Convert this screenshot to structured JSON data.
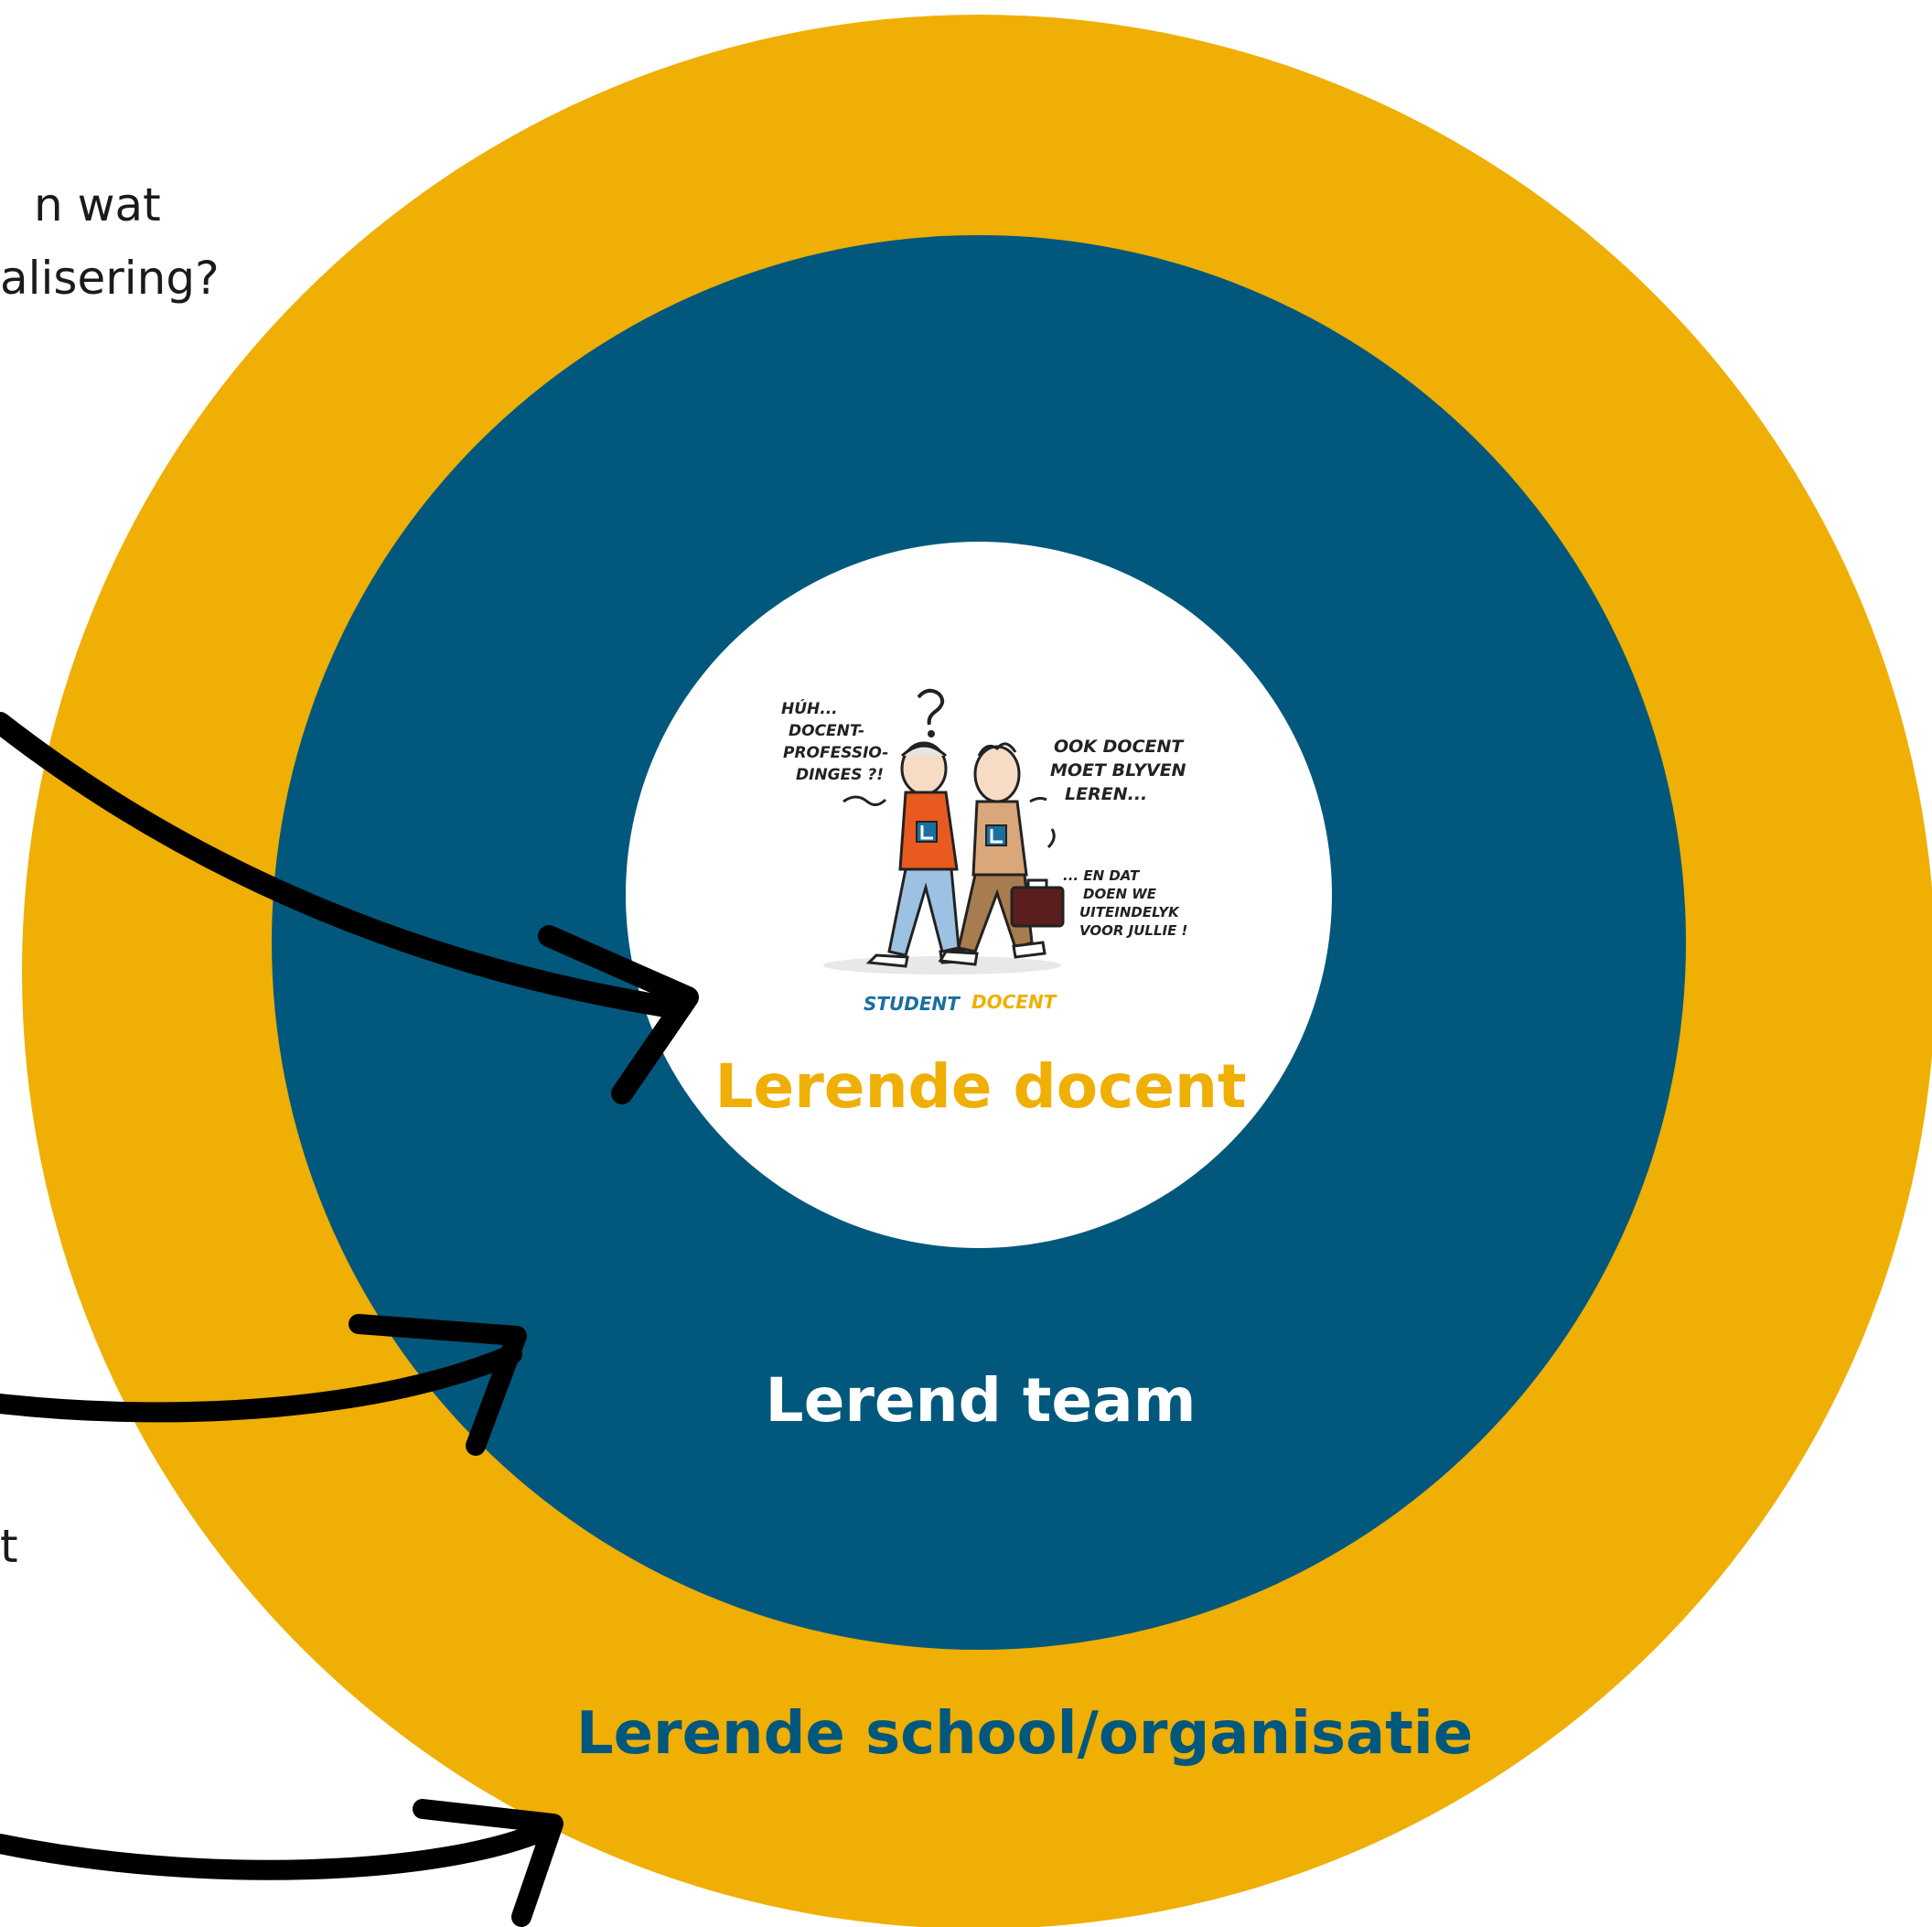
{
  "diagram": {
    "colors": {
      "outer_ring": "#efaf05",
      "middle_ring": "#02587c",
      "inner_circle": "#ffffff",
      "arrows": "#000000",
      "student_label": "#1a6fa0",
      "docent_label": "#efaf05"
    },
    "side_text": {
      "line1": "n wat",
      "line2": "alisering?",
      "line3": "t"
    },
    "rings": {
      "inner_label": "Lerende docent",
      "middle_label": "Lerend team",
      "outer_label": "Lerende school/organisatie"
    },
    "cartoon": {
      "left_bubble": [
        "HÚH...",
        "DOCENT-",
        "PROFESSIO-",
        "DINGES ?!"
      ],
      "right_bubble_top": [
        "OOK DOCENT",
        "MOET BLYVEN",
        "LEREN..."
      ],
      "right_bubble_bottom": [
        "... EN DAT",
        "DOEN WE",
        "UITEINDELYK",
        "VOOR JULLIE !"
      ],
      "student_label": "STUDENT",
      "docent_label": "DOCENT"
    }
  }
}
